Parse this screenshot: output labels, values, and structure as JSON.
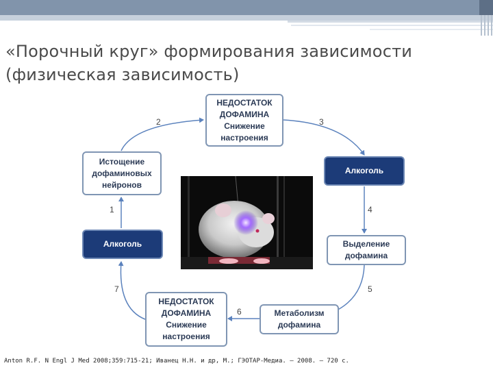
{
  "title": "«Порочный круг» формирования зависимости (физическая зависимость)",
  "boxes": {
    "deficit_top": "НЕДОСТАТОК ДОФАМИНА Снижение настроения",
    "alcohol_right": "Алкоголь",
    "release": "Выделение дофамина",
    "metabolism": "Метаболизм дофамина",
    "deficit_bottom": "НЕДОСТАТОК ДОФАМИНА Снижение настроения",
    "alcohol_left": "Алкоголь",
    "depletion": "Истощение дофаминовых нейронов"
  },
  "steps": [
    "1",
    "2",
    "3",
    "4",
    "5",
    "6",
    "7"
  ],
  "footer": "Anton R.F. N Engl J Med 2008;359:715-21;  Иванец Н.Н. и др, М.; ГЭОТАР-Медиа. – 2008. – 720 с.",
  "colors": {
    "dark_box": "#1c3b78",
    "box_border": "#7f95b3",
    "arrow": "#5b82bd",
    "header": "#8194ab"
  }
}
